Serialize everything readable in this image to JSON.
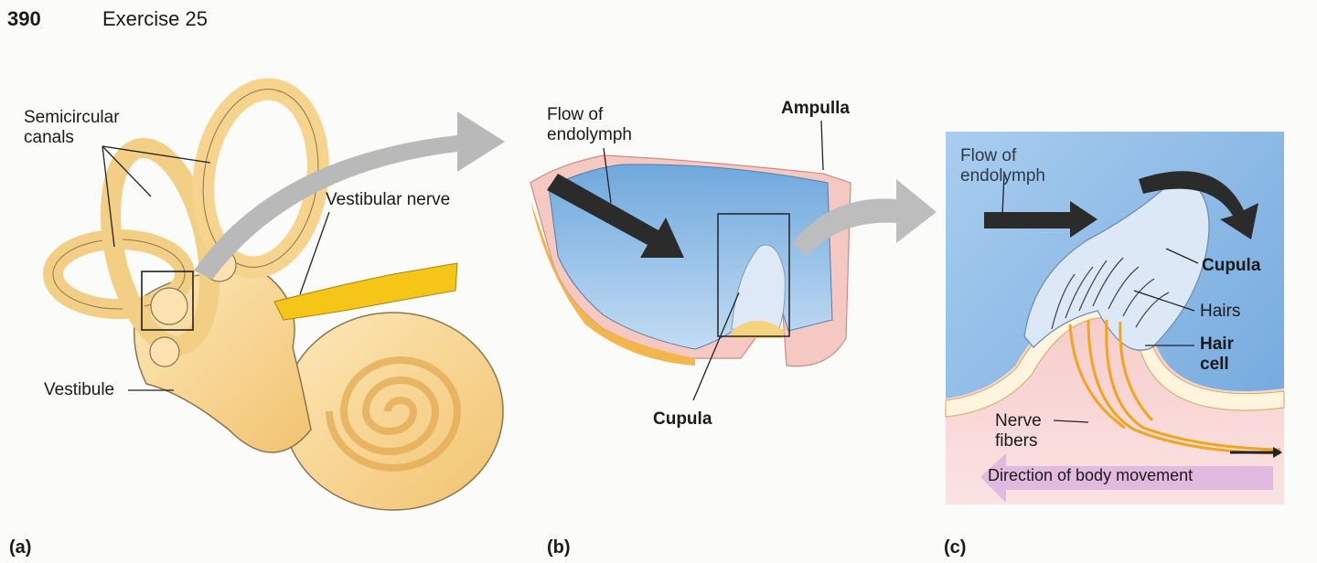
{
  "header": {
    "page_number": "390",
    "exercise": "Exercise 25"
  },
  "panel_a": {
    "letter": "(a)",
    "labels": {
      "semicircular_canals": "Semicircular canals",
      "vestibular_nerve": "Vestibular nerve",
      "vestibule": "Vestibule"
    }
  },
  "panel_b": {
    "letter": "(b)",
    "labels": {
      "flow": "Flow of endolymph",
      "ampulla": "Ampulla",
      "cupula": "Cupula"
    }
  },
  "panel_c": {
    "letter": "(c)",
    "labels": {
      "flow": "Flow of endolymph",
      "cupula": "Cupula",
      "hairs": "Hairs",
      "hair_cell": "Hair cell",
      "nerve_fibers": "Nerve fibers",
      "direction": "Direction of body movement"
    }
  },
  "colors": {
    "bone": "#f6d089",
    "bone_light": "#fbe6b4",
    "endolymph": "#8fc0ea",
    "membrane": "#f2b7b5",
    "nerve": "#f2c619",
    "arrow_dark": "#2b2b2b",
    "arrow_gray": "#b7b7b7",
    "direction_arrow": "#e2b9e0"
  }
}
